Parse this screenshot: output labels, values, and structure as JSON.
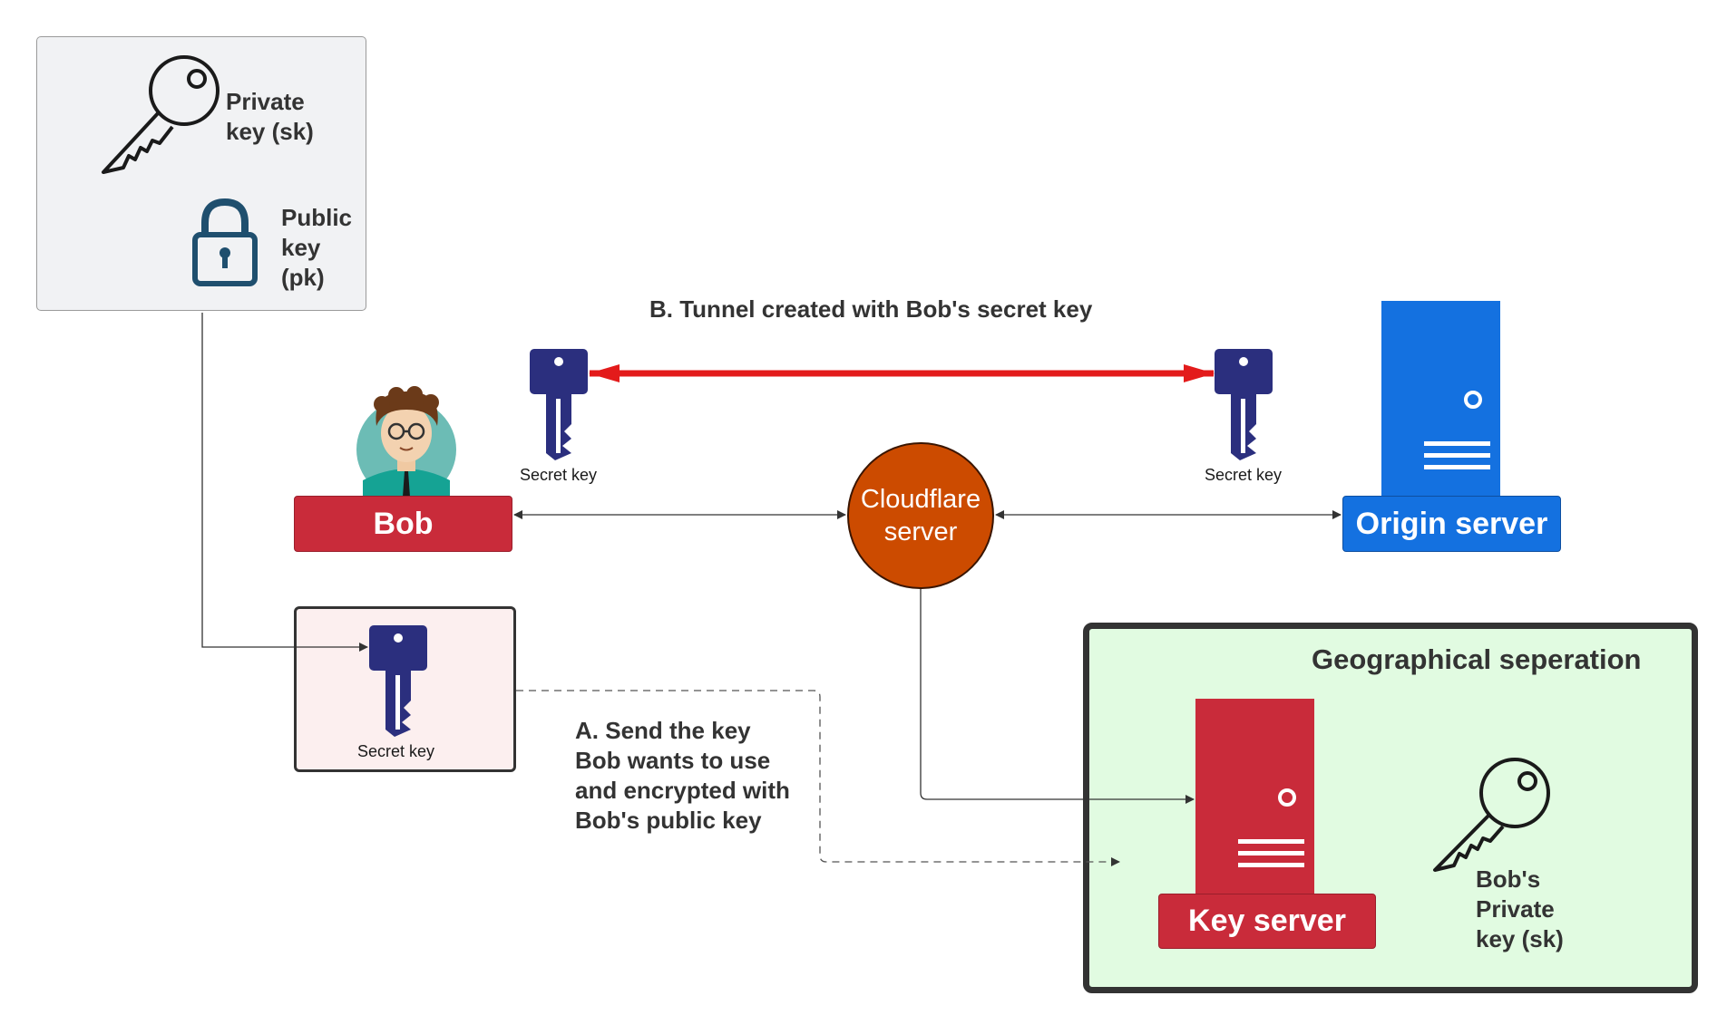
{
  "legend": {
    "private_key_label": "Private\nkey (sk)",
    "public_key_label": "Public\nkey\n(pk)"
  },
  "tunnel": {
    "label": "B. Tunnel created with Bob's secret key",
    "left_key_caption": "Secret key",
    "right_key_caption": "Secret key",
    "arrow_color": "#e31b1b"
  },
  "bob": {
    "label": "Bob",
    "color": "#c92b3a"
  },
  "cloudflare": {
    "label": "Cloudflare\nserver",
    "color": "#cc4b00"
  },
  "origin": {
    "label": "Origin server",
    "color": "#1471e0"
  },
  "secret_key_box": {
    "caption": "Secret key"
  },
  "step_a": {
    "label": "A. Send the key\nBob wants to use\nand encrypted with\nBob's public key"
  },
  "geo": {
    "title": "Geographical seperation",
    "key_server_label": "Key server",
    "private_key_label": "Bob's\nPrivate\nkey (sk)",
    "background": "#e1fbe1"
  },
  "icons": {
    "key_color": "#2b2f7e",
    "lock_color": "#1f4f6e"
  }
}
